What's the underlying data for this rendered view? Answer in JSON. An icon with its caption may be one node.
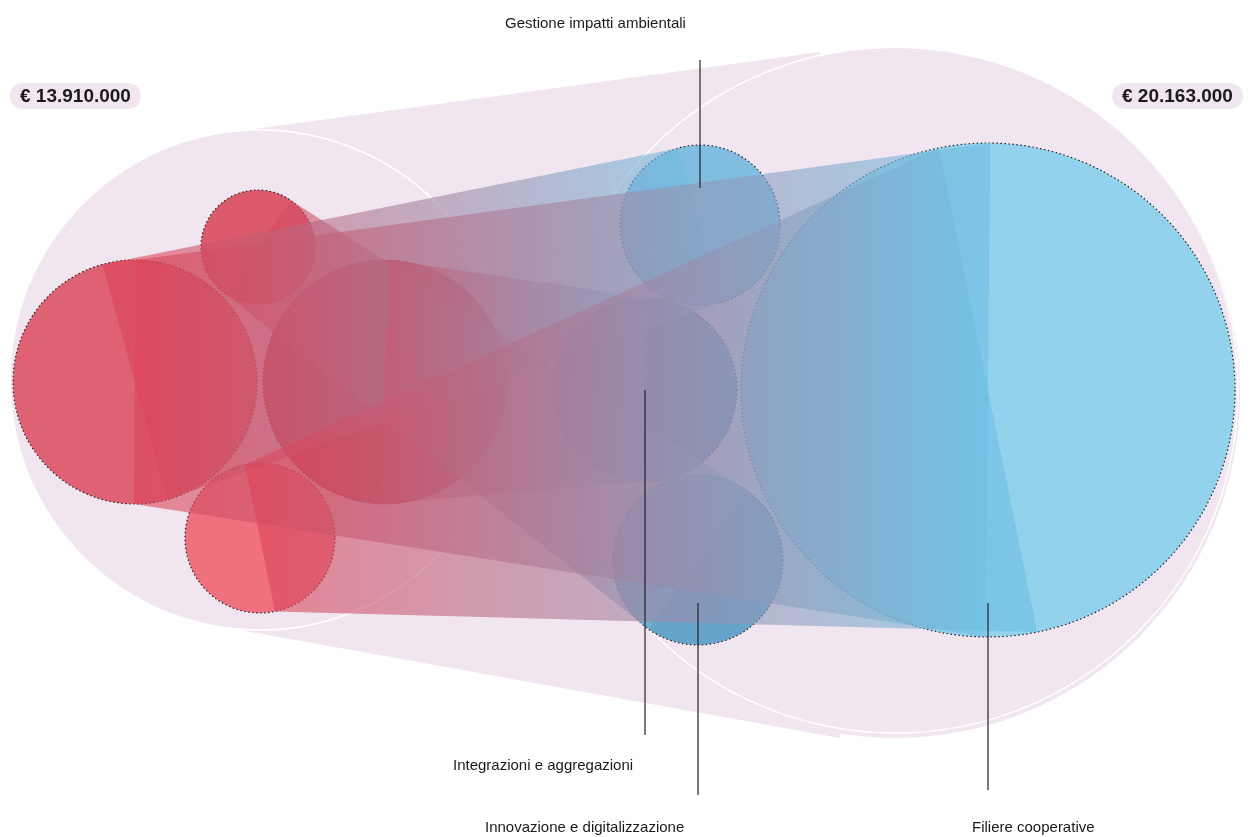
{
  "diagram": {
    "nodes": [
      {
        "text": [
          "€ 13.910.000"
        ]
      },
      {
        "text": [
          "€ 20.163.000"
        ]
      },
      {
        "text": [],
        "shape": "circle"
      },
      {
        "text": [],
        "shape": "circle"
      },
      {
        "text": [],
        "shape": "circle"
      },
      {
        "text": [],
        "shape": "circle"
      },
      {
        "text": [],
        "shape": "circle"
      },
      {
        "text": [],
        "shape": "circle"
      },
      {
        "text": [],
        "shape": "circle"
      },
      {
        "text": [],
        "shape": "circle"
      },
      {
        "text": [
          "Gestione impatti ambientali"
        ]
      },
      {
        "text": [
          "Integrazioni e aggregazioni"
        ]
      },
      {
        "text": [
          "Innovazione e digitalizzazione"
        ]
      },
      {
        "text": [
          "Filiere cooperative"
        ]
      }
    ],
    "edges": [
      {
        "from": 2,
        "to": 8,
        "arrow": "none"
      },
      {
        "from": 3,
        "to": 6,
        "arrow": "none"
      },
      {
        "from": 4,
        "to": 7,
        "arrow": "none"
      },
      {
        "from": 3,
        "to": 9,
        "arrow": "none"
      },
      {
        "from": 5,
        "to": 9,
        "arrow": "none"
      },
      {
        "from": 10,
        "to": 6,
        "arrow": "none"
      },
      {
        "from": 11,
        "to": 7,
        "arrow": "none"
      },
      {
        "from": 12,
        "to": 8,
        "arrow": "none"
      },
      {
        "from": 13,
        "to": 9,
        "arrow": "none"
      }
    ]
  }
}
